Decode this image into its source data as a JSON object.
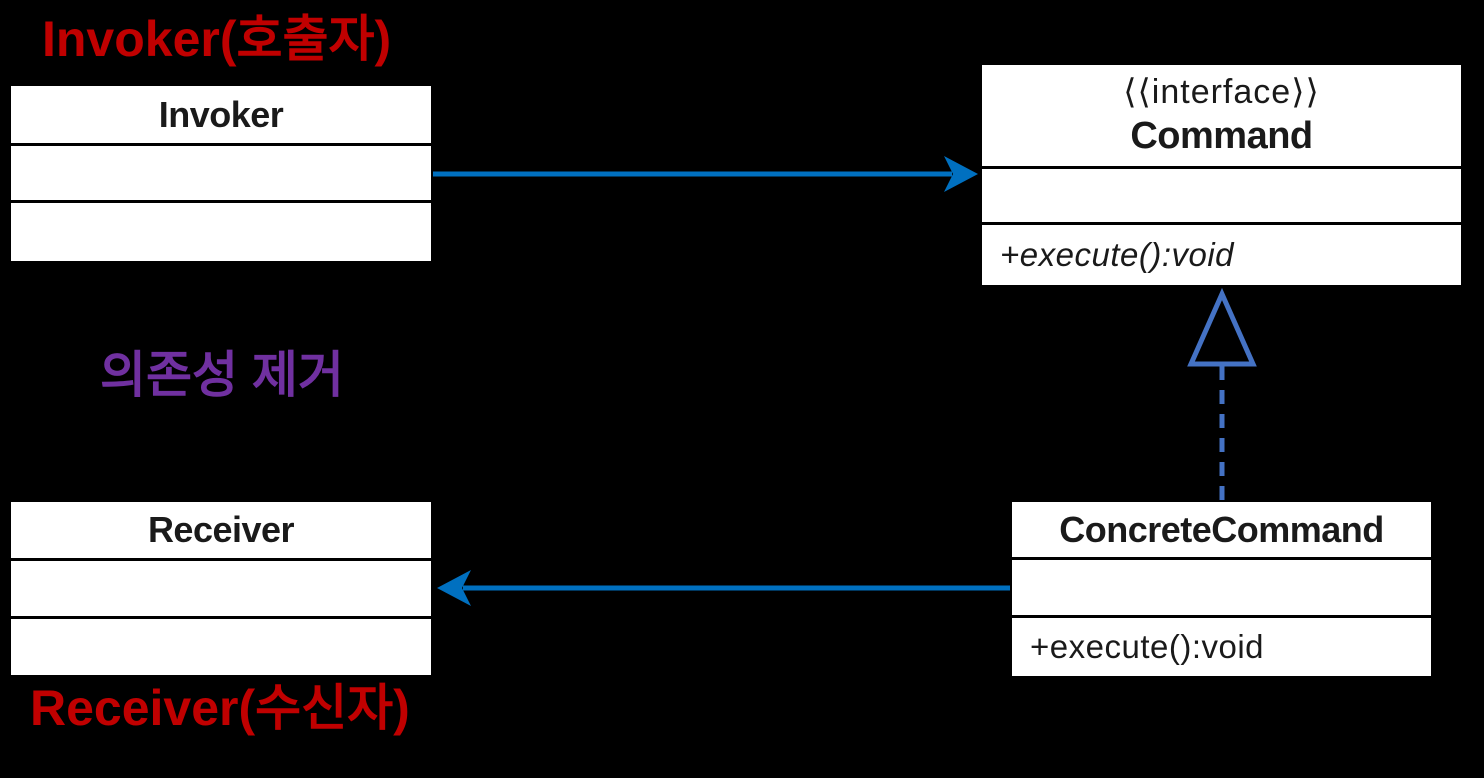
{
  "labels": {
    "invoker_annotation": "Invoker(호출자)",
    "dependency_annotation": "의존성 제거",
    "receiver_annotation": "Receiver(수신자)"
  },
  "classes": {
    "invoker": {
      "name": "Invoker",
      "attributes": "",
      "operations": ""
    },
    "command": {
      "stereotype": "⟨⟨interface⟩⟩",
      "name": "Command",
      "attributes": "",
      "operations": "+execute():void"
    },
    "receiver": {
      "name": "Receiver",
      "attributes": "",
      "operations": ""
    },
    "concrete_command": {
      "name": "ConcreteCommand",
      "attributes": "",
      "operations": "+execute():void"
    }
  },
  "relationships": [
    {
      "type": "association",
      "from": "Invoker",
      "to": "Command",
      "style": "solid-line-stealth-arrow",
      "color": "#0070C0"
    },
    {
      "type": "association",
      "from": "ConcreteCommand",
      "to": "Receiver",
      "style": "solid-line-stealth-arrow",
      "color": "#0070C0"
    },
    {
      "type": "realization",
      "from": "ConcreteCommand",
      "to": "Command",
      "style": "dashed-line-hollow-triangle",
      "color": "#4472C4"
    }
  ],
  "colors": {
    "background": "#000000",
    "box_fill": "#FFFFFF",
    "box_border": "#000000",
    "annotation_red": "#C00000",
    "annotation_purple": "#7030A0",
    "association_blue": "#0070C0",
    "realization_blue": "#4472C4"
  }
}
